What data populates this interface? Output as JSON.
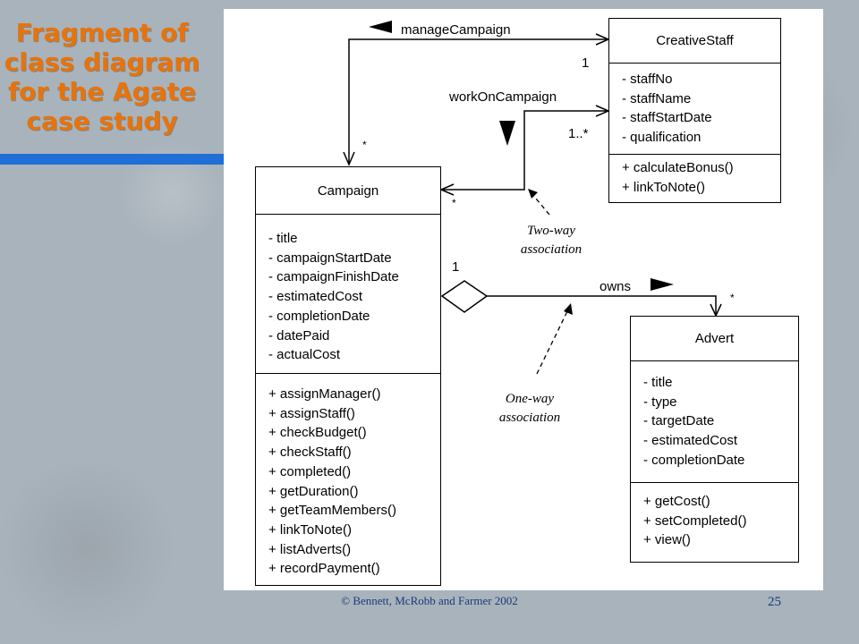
{
  "slide": {
    "title_lines": [
      "Fragment of",
      "class diagram",
      "for the Agate",
      "case study"
    ],
    "footer": "© Bennett, McRobb and Farmer 2002",
    "page_number": "25"
  },
  "colors": {
    "title": "#e8730a",
    "accent_bar": "#1f6fd6",
    "footer": "#1a3a7a"
  },
  "classes": {
    "creative_staff": {
      "name": "CreativeStaff",
      "attributes": [
        "- staffNo",
        "- staffName",
        "- staffStartDate",
        "- qualification"
      ],
      "operations": [
        "+ calculateBonus()",
        "+ linkToNote()"
      ]
    },
    "campaign": {
      "name": "Campaign",
      "attributes": [
        "- title",
        "- campaignStartDate",
        "- campaignFinishDate",
        "- estimatedCost",
        "- completionDate",
        "- datePaid",
        "- actualCost"
      ],
      "operations": [
        "+ assignManager()",
        "+ assignStaff()",
        "+ checkBudget()",
        "+ checkStaff()",
        "+ completed()",
        "+ getDuration()",
        "+ getTeamMembers()",
        "+ linkToNote()",
        "+ listAdverts()",
        "+ recordPayment()"
      ]
    },
    "advert": {
      "name": "Advert",
      "attributes": [
        "- title",
        "- type",
        "- targetDate",
        "- estimatedCost",
        "- completionDate"
      ],
      "operations": [
        "+ getCost()",
        "+ setCompleted()",
        "+ view()"
      ]
    }
  },
  "associations": {
    "manage_campaign": {
      "name": "manageCampaign",
      "mult_staff": "1",
      "mult_campaign": "*"
    },
    "work_on_campaign": {
      "name": "workOnCampaign",
      "mult_staff": "1..*",
      "mult_campaign": "*"
    },
    "owns": {
      "name": "owns",
      "mult_campaign": "1",
      "mult_advert": "*"
    }
  },
  "notes": {
    "two_way": [
      "Two-way",
      "association"
    ],
    "one_way": [
      "One-way",
      "association"
    ]
  }
}
